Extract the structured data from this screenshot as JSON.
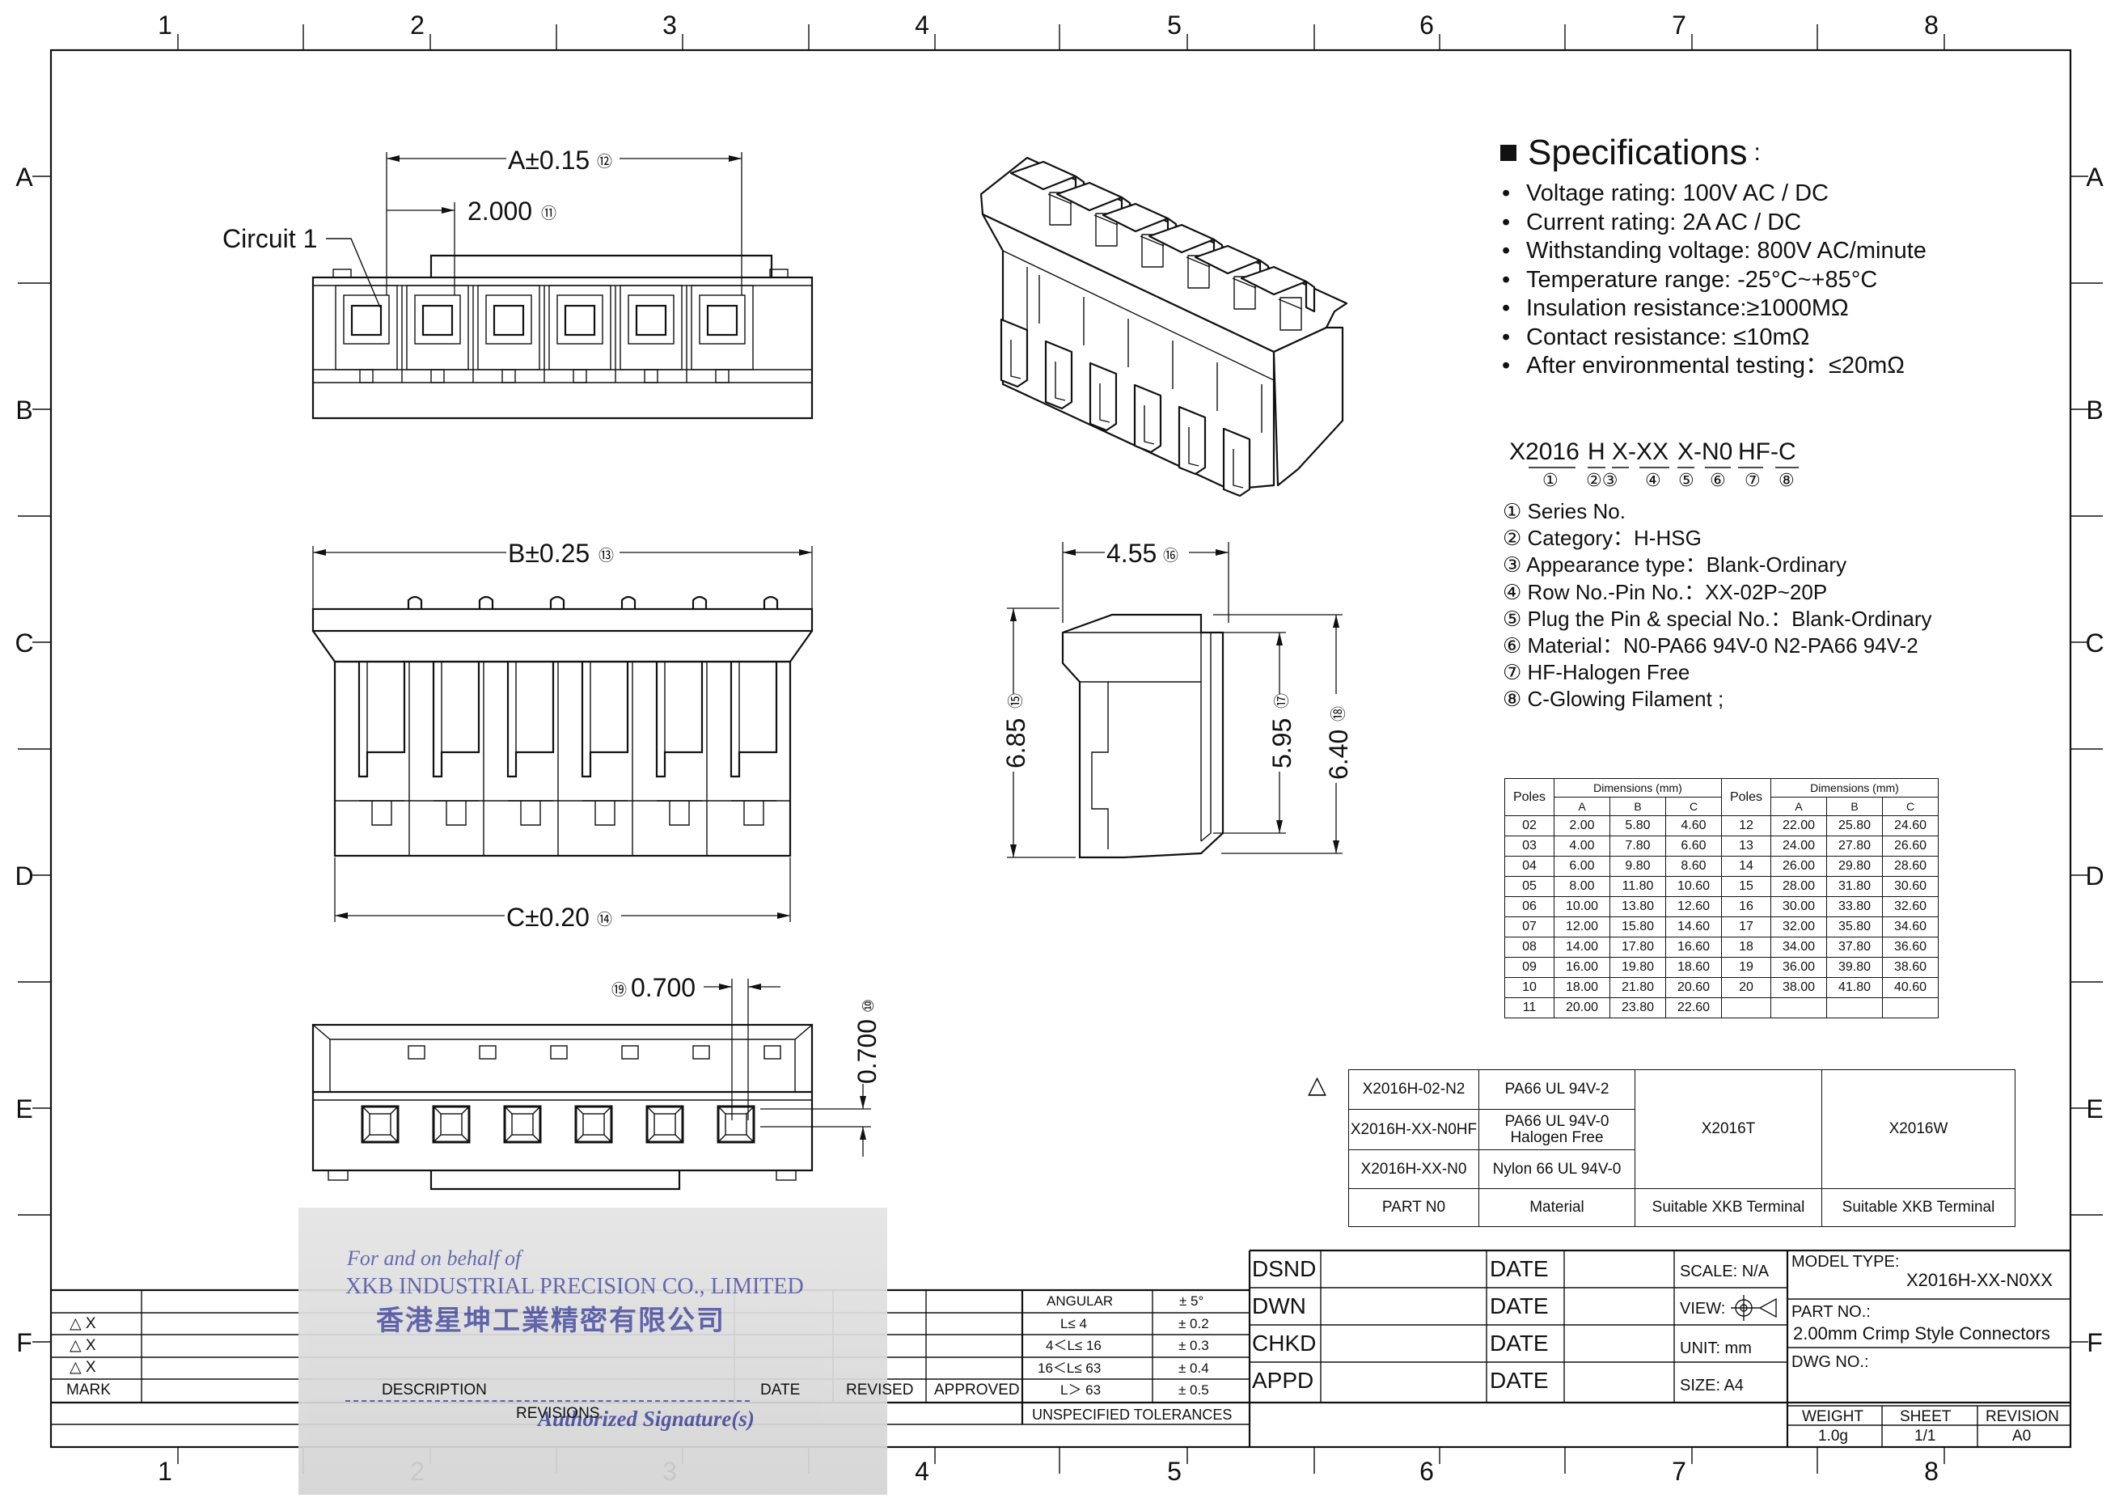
{
  "border": {
    "columns": [
      "1",
      "2",
      "3",
      "4",
      "5",
      "6",
      "7",
      "8"
    ],
    "rows": [
      "A",
      "B",
      "C",
      "D",
      "E",
      "F"
    ]
  },
  "drawing": {
    "circuit_label": "Circuit 1",
    "dim_a": "A±0.15",
    "dim_a_ref": "⑫",
    "dim_pitch": "2.000",
    "dim_pitch_ref": "⑪",
    "dim_b": "B±0.25",
    "dim_b_ref": "⑬",
    "dim_c": "C±0.20",
    "dim_c_ref": "⑭",
    "dim_455": "4.55",
    "dim_455_ref": "⑯",
    "dim_685": "6.85",
    "dim_685_ref": "⑮",
    "dim_595": "5.95",
    "dim_595_ref": "⑰",
    "dim_640": "6.40",
    "dim_640_ref": "⑱",
    "dim_0700a": "0.700",
    "dim_0700a_ref": "⑲",
    "dim_0700b": "0.700",
    "dim_0700b_ref": "⑩"
  },
  "specs": {
    "title": "Specifications",
    "title_suffix": ":",
    "items": [
      "Voltage rating: 100V AC / DC",
      "Current rating:  2A  AC / DC",
      "Withstanding voltage: 800V AC/minute",
      "Temperature range: -25°C~+85°C",
      "Insulation resistance:≥1000MΩ",
      "Contact resistance: ≤10mΩ",
      "After environmental testing：≤20mΩ"
    ]
  },
  "part_code": {
    "segments": [
      "X2016",
      "H",
      "X-XX",
      "X-N0",
      "HF-C"
    ],
    "markers": [
      "①",
      "②③",
      "④",
      "⑤",
      "⑥",
      "⑦",
      "⑧"
    ],
    "legend": [
      "① Series No.",
      "② Category：H-HSG",
      "③ Appearance type：Blank-Ordinary",
      "④ Row No.-Pin No.：XX-02P~20P",
      "⑤ Plug the Pin & special No.：Blank-Ordinary",
      "⑥ Material：N0-PA66 94V-0    N2-PA66 94V-2",
      "⑦ HF-Halogen Free",
      "⑧ C-Glowing Filament ;"
    ]
  },
  "dims_table": {
    "poles_header": "Poles",
    "group_header": "Dimensions (mm)",
    "cols": [
      "A",
      "B",
      "C"
    ],
    "left": [
      [
        "02",
        "2.00",
        "5.80",
        "4.60"
      ],
      [
        "03",
        "4.00",
        "7.80",
        "6.60"
      ],
      [
        "04",
        "6.00",
        "9.80",
        "8.60"
      ],
      [
        "05",
        "8.00",
        "11.80",
        "10.60"
      ],
      [
        "06",
        "10.00",
        "13.80",
        "12.60"
      ],
      [
        "07",
        "12.00",
        "15.80",
        "14.60"
      ],
      [
        "08",
        "14.00",
        "17.80",
        "16.60"
      ],
      [
        "09",
        "16.00",
        "19.80",
        "18.60"
      ],
      [
        "10",
        "18.00",
        "21.80",
        "20.60"
      ],
      [
        "11",
        "20.00",
        "23.80",
        "22.60"
      ]
    ],
    "right": [
      [
        "12",
        "22.00",
        "25.80",
        "24.60"
      ],
      [
        "13",
        "24.00",
        "27.80",
        "26.60"
      ],
      [
        "14",
        "26.00",
        "29.80",
        "28.60"
      ],
      [
        "15",
        "28.00",
        "31.80",
        "30.60"
      ],
      [
        "16",
        "30.00",
        "33.80",
        "32.60"
      ],
      [
        "17",
        "32.00",
        "35.80",
        "34.60"
      ],
      [
        "18",
        "34.00",
        "37.80",
        "36.60"
      ],
      [
        "19",
        "36.00",
        "39.80",
        "38.60"
      ],
      [
        "20",
        "38.00",
        "41.80",
        "40.60"
      ],
      [
        "",
        "",
        "",
        ""
      ]
    ]
  },
  "part_table": {
    "delta": "△",
    "rows": [
      {
        "part": "X2016H-02-N2",
        "material": "PA66 UL 94V-2"
      },
      {
        "part": "X2016H-XX-N0HF",
        "material": "PA66  UL 94V-0\nHalogen Free"
      },
      {
        "part": "X2016H-XX-N0",
        "material": "Nylon 66  UL 94V-0"
      }
    ],
    "terminal_t": "X2016T",
    "terminal_w": "X2016W",
    "footer": [
      "PART N0",
      "Material",
      "Suitable XKB Terminal",
      "Suitable XKB Terminal"
    ]
  },
  "title_block": {
    "rev_marks": [
      "△ X",
      "△ X",
      "△ X"
    ],
    "headers": {
      "mark": "MARK",
      "description": "DESCRIPTION",
      "date": "DATE",
      "revised": "REVISED",
      "approved": "APPROVED"
    },
    "revisions_label": "REVISIONS",
    "tolerances": [
      [
        "ANGULAR",
        "± 5°"
      ],
      [
        "L≤ 4",
        "± 0.2"
      ],
      [
        "4＜L≤ 16",
        "± 0.3"
      ],
      [
        "16＜L≤ 63",
        "± 0.4"
      ],
      [
        "L＞ 63",
        "± 0.5"
      ]
    ],
    "tolerances_label": "UNSPECIFIED  TOLERANCES",
    "signoffs": [
      "DSND",
      "DWN",
      "CHKD",
      "APPD"
    ],
    "date_label": "DATE",
    "scale": "SCALE: N/A",
    "view": "VIEW:",
    "unit": "UNIT:  mm",
    "size": "SIZE:  A4",
    "model_type_label": "MODEL TYPE:",
    "model_type": "X2016H-XX-N0XX",
    "part_no_label": "PART NO.:",
    "part_no": "2.00mm Crimp Style Connectors",
    "dwg_no_label": "DWG NO.:",
    "weight_label": "WEIGHT",
    "weight": "1.0g",
    "sheet_label": "SHEET",
    "sheet": "1/1",
    "revision_label": "REVISION",
    "revision": "A0"
  },
  "stamp": {
    "line1": "For and on behalf of",
    "line2": "XKB INDUSTRIAL PRECISION CO., LIMITED",
    "line3": "香港星坤工業精密有限公司",
    "signature": "Authorized Signature(s)"
  }
}
